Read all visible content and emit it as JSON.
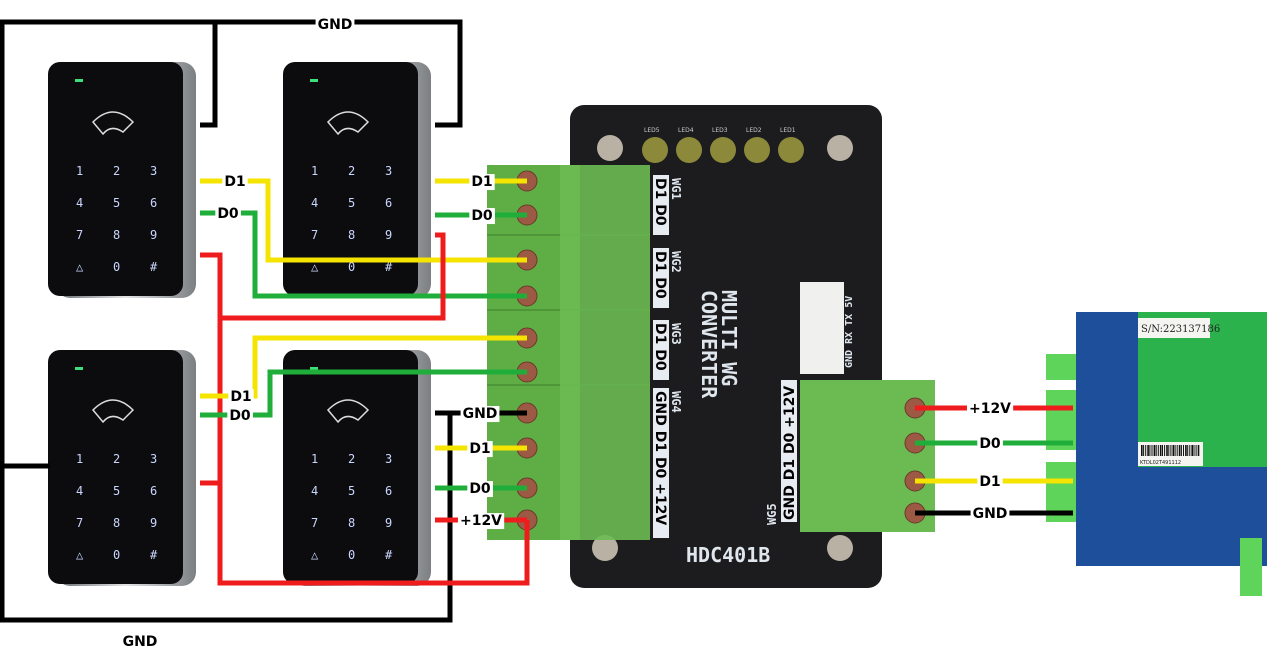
{
  "colors": {
    "d1": "#f5e400",
    "d0": "#1fae3a",
    "power": "#ee1c1c",
    "gnd": "#000000",
    "terminal": "#5fae45",
    "converter": "#1c1c1e",
    "board": "#1d4f9a",
    "pcb": "#2bb24c"
  },
  "wire_labels": {
    "gnd_top": "GND",
    "gnd_bottom": "GND",
    "r1_d1": "D1",
    "r1_d0": "D0",
    "r2_d1": "D1",
    "r2_d0": "D0",
    "r3_d1": "D1",
    "r3_d0": "D0",
    "r4_gnd": "GND",
    "r4_d1": "D1",
    "r4_d0": "D0",
    "r4_12v": "+12V",
    "out_12v": "+12V",
    "out_d0": "D0",
    "out_d1": "D1",
    "out_gnd": "GND"
  },
  "keypad": [
    "1",
    "2",
    "3",
    "4",
    "5",
    "6",
    "7",
    "8",
    "9",
    "△",
    "0",
    "#"
  ],
  "converter": {
    "model": "HDC401B",
    "title_line1": "MULTI WG",
    "title_line2": "CONVERTER",
    "leds": [
      "LED5",
      "LED4",
      "LED3",
      "LED2",
      "LED1"
    ],
    "ports": [
      {
        "name": "WG1",
        "pins": "D1 D0"
      },
      {
        "name": "WG2",
        "pins": "D1 D0"
      },
      {
        "name": "WG3",
        "pins": "D1 D0"
      },
      {
        "name": "WG4",
        "pins": "GND D1 D0 +12V"
      },
      {
        "name": "WG5",
        "pins": "GND D1 D0 +12V"
      }
    ],
    "serial_pins": "GND RX TX 5V"
  },
  "controller": {
    "serial": "S/N:223137186",
    "barcode": "KTDL02T491112"
  }
}
